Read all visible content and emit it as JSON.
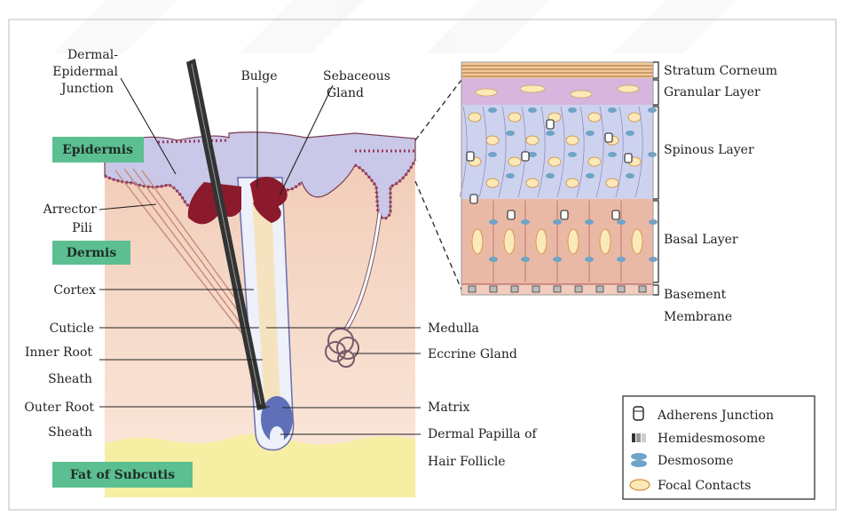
{
  "labels": {
    "dej_1": "Dermal-",
    "dej_2": "Epidermal",
    "dej_3": "Junction",
    "bulge": "Bulge",
    "sebaceous_1": "Sebaceous",
    "sebaceous_2": "Gland",
    "arrector_1": "Arrector",
    "arrector_2": "Pili",
    "cortex": "Cortex",
    "cuticle": "Cuticle",
    "irs_1": "Inner Root",
    "irs_2": "Sheath",
    "ors_1": "Outer Root",
    "ors_2": "Sheath",
    "medulla": "Medulla",
    "eccrine": "Eccrine Gland",
    "matrix": "Matrix",
    "papilla_1": "Dermal Papilla of",
    "papilla_2": "Hair Follicle",
    "stratum_corneum": "Stratum Corneum",
    "granular": "Granular Layer",
    "spinous": "Spinous Layer",
    "basal": "Basal Layer",
    "basement_1": "Basement",
    "basement_2": "Membrane"
  },
  "tags": {
    "epidermis": "Epidermis",
    "dermis": "Dermis",
    "fat": "Fat of Subcutis"
  },
  "legend": [
    {
      "label": "Adherens Junction",
      "icon": "adherens-junction-icon"
    },
    {
      "label": "Hemidesmosome",
      "icon": "hemidesmosome-icon"
    },
    {
      "label": "Desmosome",
      "icon": "desmosome-icon"
    },
    {
      "label": "Focal Contacts",
      "icon": "focal-contacts-icon"
    }
  ],
  "colors": {
    "tag_green": "#5cbf91",
    "dermis_top": "#f3cdb8",
    "epidermis_blue": "#c9c8e8",
    "fat_yellow": "#f6eea3",
    "hair_dark": "#3a3a3a",
    "gland_red": "#8a1a2c",
    "desmosome_blue": "#6fa3c7",
    "focal_cream": "#fbe9b8"
  }
}
